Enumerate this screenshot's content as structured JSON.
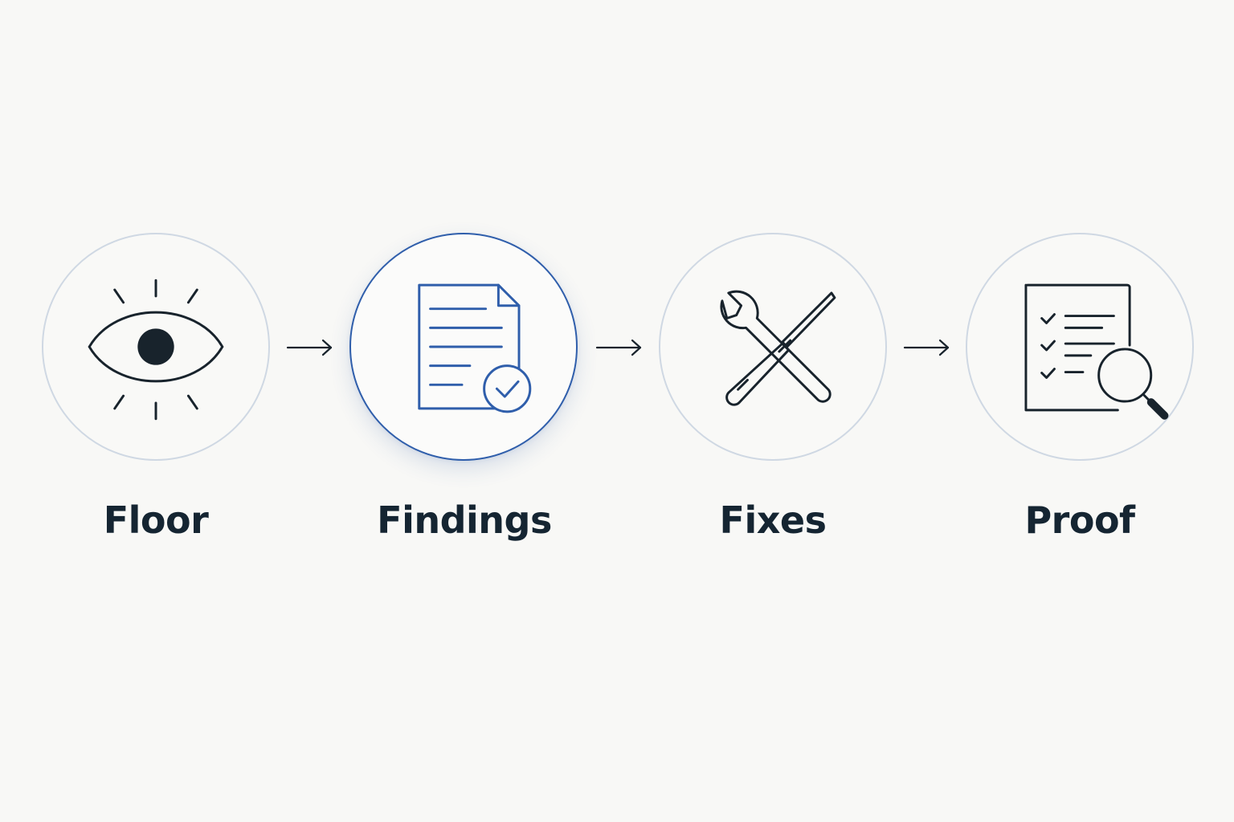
{
  "steps": [
    {
      "label": "Floor",
      "icon": "eye-icon",
      "active": false
    },
    {
      "label": "Findings",
      "icon": "document-check-icon",
      "active": true
    },
    {
      "label": "Fixes",
      "icon": "wrench-screwdriver-icon",
      "active": false
    },
    {
      "label": "Proof",
      "icon": "checklist-magnifier-icon",
      "active": false
    }
  ],
  "colors": {
    "background": "#f8f8f6",
    "circle_border": "#cfd8e3",
    "accent": "#2f5eab",
    "icon_stroke": "#18232c",
    "label_text": "#152532"
  }
}
